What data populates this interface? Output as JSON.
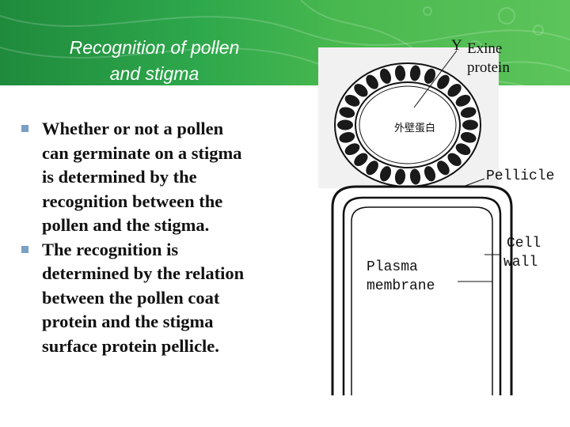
{
  "slide": {
    "title_line1": "Recognition of pollen",
    "title_line2": "and stigma"
  },
  "bullets": [
    {
      "line1": "Whether or not a pollen",
      "line2": "can germinate on a stigma",
      "line3": "is determined by the",
      "line4": "recognition between the",
      "line5": "pollen and the stigma."
    },
    {
      "line1": "The recognition is",
      "line2": "determined by the relation",
      "line3": "between the pollen coat",
      "line4": "protein and the stigma",
      "line5": "surface protein pellicle."
    }
  ],
  "diagram": {
    "label_exine_line1": "Exine",
    "label_exine_line2": "protein",
    "label_exine_prefix": "Y",
    "label_pellicle": "Pellicle",
    "label_cell_wall_line1": "Cell",
    "label_cell_wall_line2": "wall",
    "label_plasma_line1": "Plasma",
    "label_plasma_line2": "membrane",
    "chinese_label": "外壁蛋白"
  },
  "colors": {
    "banner_green": "#2ea84c",
    "bullet_marker": "#7aa0c6"
  }
}
